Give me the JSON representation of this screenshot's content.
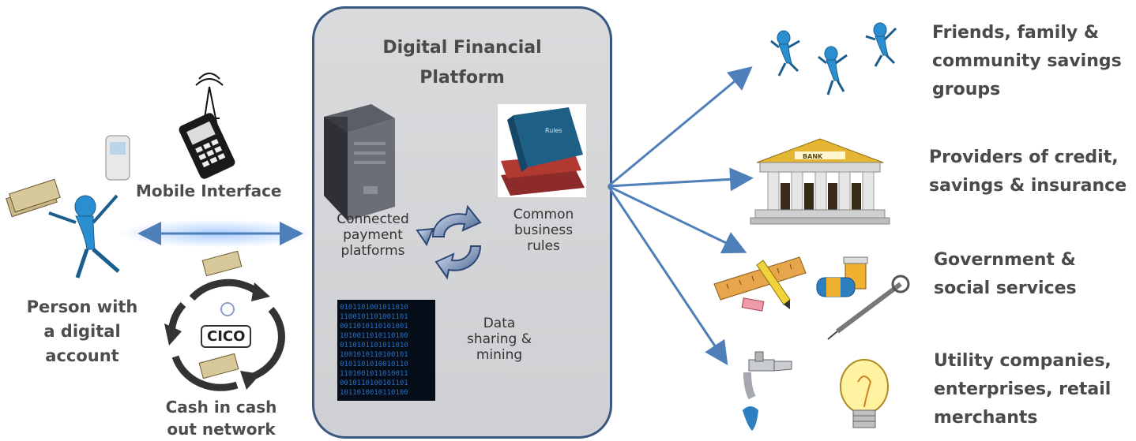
{
  "platform": {
    "title_line1": "Digital Financial",
    "title_line2": "Platform",
    "components": {
      "payment": [
        "Connected",
        "payment",
        "platforms"
      ],
      "rules": [
        "Common",
        "business",
        "rules"
      ],
      "data": [
        "Data",
        "sharing &",
        "mining"
      ]
    },
    "book_label": "Rules"
  },
  "left": {
    "mobile_interface": "Mobile Interface",
    "person": [
      "Person with",
      "a digital",
      "account"
    ],
    "cico_badge": "CICO",
    "cash_network": [
      "Cash in cash",
      "out network"
    ]
  },
  "right": {
    "savings_groups": [
      "Friends, family &",
      "community savings",
      "groups"
    ],
    "financial_providers": [
      "Providers of credit,",
      "savings & insurance"
    ],
    "government": [
      "Government &",
      "social services"
    ],
    "utilities": [
      "Utility companies,",
      "enterprises, retail",
      "merchants"
    ],
    "bank_sign": "BANK"
  },
  "colors": {
    "arrow": "#4f7fb8",
    "platform_border": "#3a5780",
    "platform_fill": "#d6d7da",
    "figure_blue": "#2a8fd0"
  },
  "icons": [
    "people-icon",
    "bank-icon",
    "ruler-pencil-icon",
    "medicine-icon",
    "faucet-icon",
    "lightbulb-icon",
    "server-icon",
    "book-icon",
    "binary-data-icon",
    "cycle-arrows-icon",
    "phone-icon",
    "tower-icon",
    "cash-icon",
    "person-icon"
  ]
}
